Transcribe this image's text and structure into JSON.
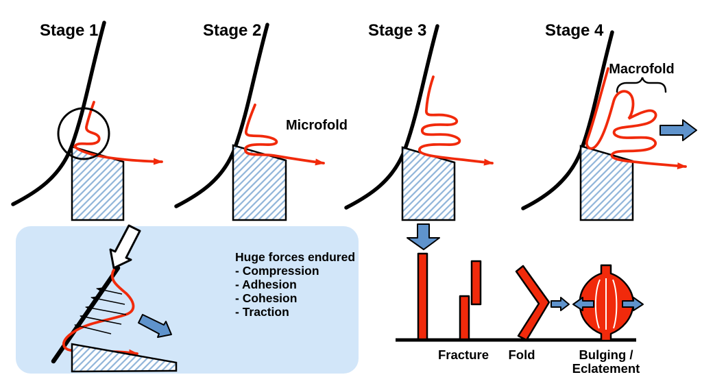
{
  "colors": {
    "red": "#f12a0b",
    "blue": "#5f93cc",
    "panel": "#d2e6f9",
    "hatch": "#8fb4d9",
    "ink": "#000000"
  },
  "stages": [
    {
      "label": "Stage 1"
    },
    {
      "label": "Stage 2"
    },
    {
      "label": "Stage 3"
    },
    {
      "label": "Stage 4"
    }
  ],
  "annotations": {
    "microfold": "Microfold",
    "macrofold": "Macrofold"
  },
  "forces_panel": {
    "title": "Huge forces endured",
    "items": [
      "- Compression",
      "- Adhesion",
      "- Cohesion",
      "- Traction"
    ]
  },
  "failure_modes": {
    "fracture": "Fracture",
    "fold": "Fold",
    "bulging_line1": "Bulging /",
    "bulging_line2": "Eclatement"
  }
}
